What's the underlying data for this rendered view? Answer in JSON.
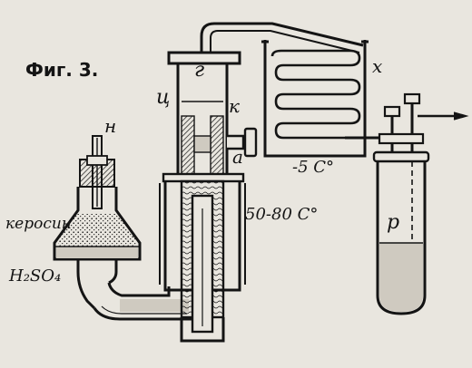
{
  "figure_caption": "Фиг. 3.",
  "labels": {
    "g": "г",
    "ts": "ц",
    "k": "к",
    "a": "а",
    "x": "х",
    "n": "н",
    "p": "р",
    "kerosene": "керосин",
    "acid": "H₂SO₄",
    "temp_cold": "-5 С°",
    "temp_hot": "50-80 С°"
  },
  "colors": {
    "ink": "#141414",
    "paper": "#e9e6df",
    "liquid": "#cfcac0"
  }
}
